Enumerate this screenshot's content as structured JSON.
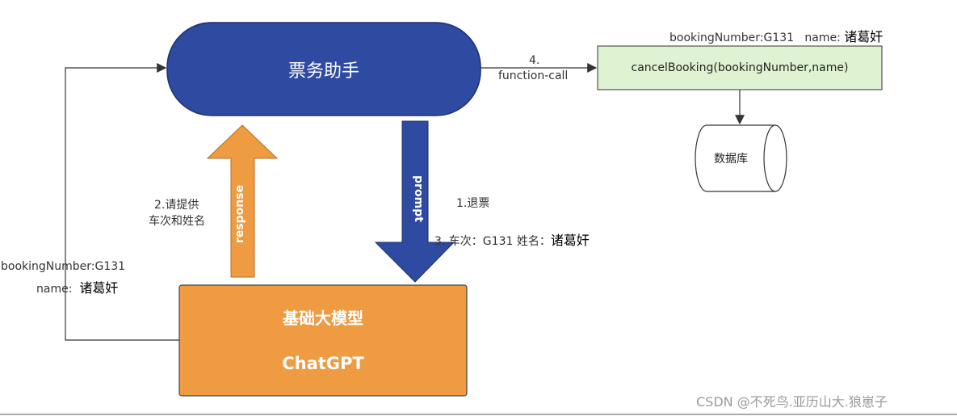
{
  "nodes": {
    "assistant": {
      "label": "票务助手"
    },
    "model": {
      "title": "基础大模型",
      "subtitle": "ChatGPT"
    },
    "function": {
      "label": "cancelBooking(bookingNumber,name)"
    },
    "database": {
      "label": "数据库"
    }
  },
  "arrows": {
    "response": "response",
    "prompt": "prompt"
  },
  "edge_labels": {
    "step1": "1.退票",
    "step2_line1": "2.请提供",
    "step2_line2": "车次和姓名",
    "step3_prefix": "3. 车次：G131  姓名：",
    "step3_name": "诸葛奸",
    "step4_num": "4.",
    "step4_text": "function-call",
    "params_booking": "bookingNumber:G131",
    "params_name_key": "name:",
    "params_name_val": "诸葛奸",
    "left_booking": "bookingNumber:G131",
    "left_name_key": "name:",
    "left_name_val": "诸葛奸"
  },
  "watermark": "CSDN @不死鸟.亚历山大.狼崽子",
  "colors": {
    "assistant_fill": "#2e4aa1",
    "model_fill": "#ee9b41",
    "function_fill": "#dff3d3",
    "line": "#333333"
  }
}
